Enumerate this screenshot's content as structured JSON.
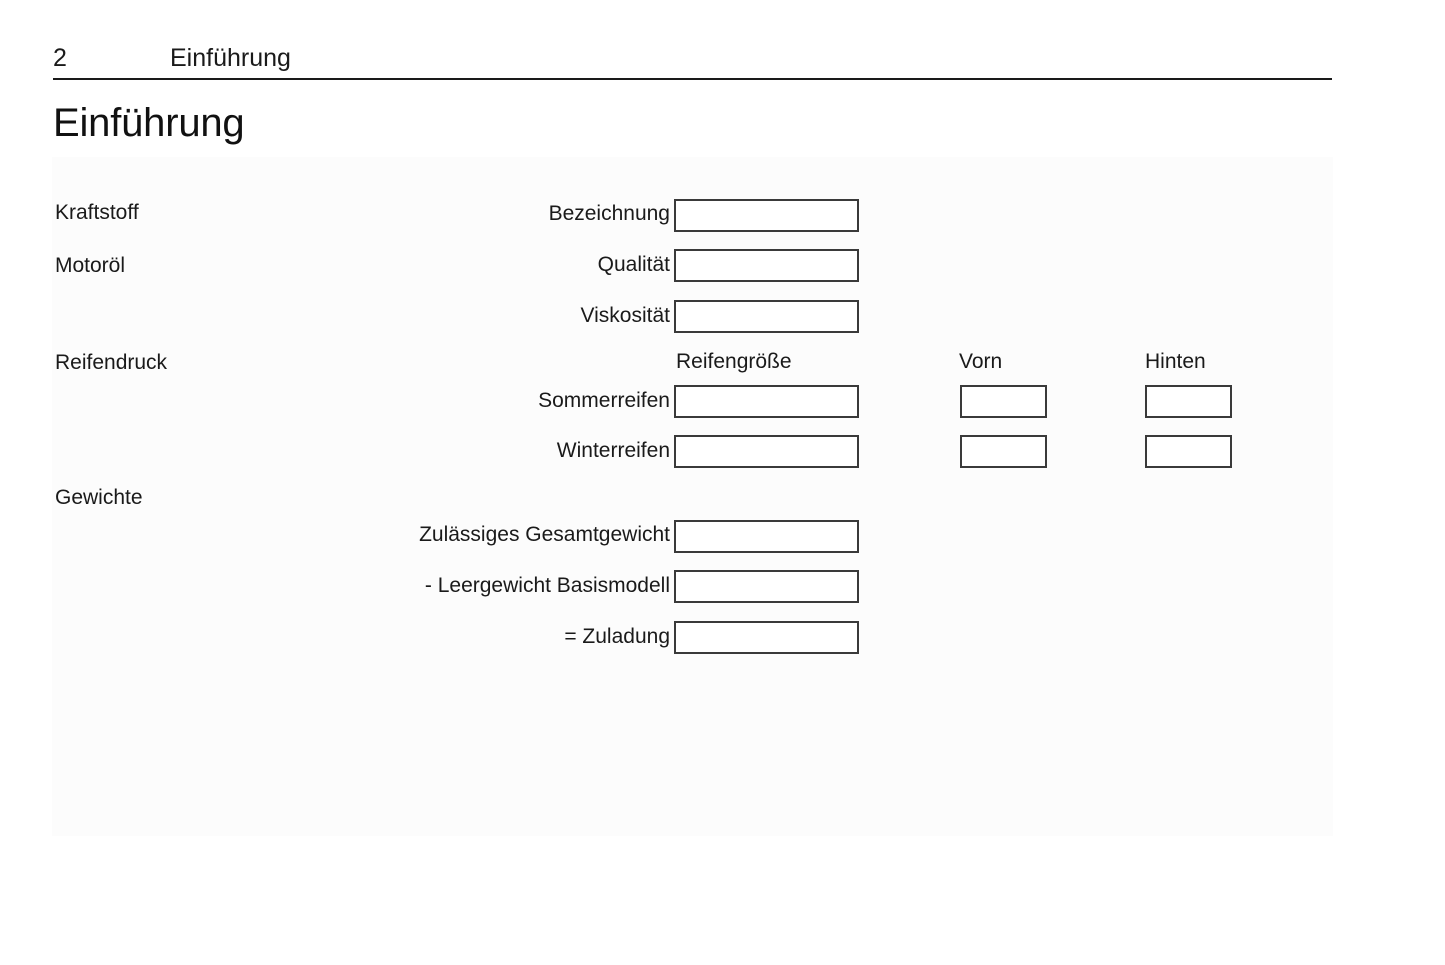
{
  "header": {
    "page_number": "2",
    "chapter": "Einführung"
  },
  "title": "Einführung",
  "sections": [
    {
      "key": "kraftstoff",
      "label": "Kraftstoff"
    },
    {
      "key": "motoroel",
      "label": "Motoröl"
    },
    {
      "key": "reifendruck",
      "label": "Reifendruck"
    },
    {
      "key": "gewichte",
      "label": "Gewichte"
    }
  ],
  "column_headers": {
    "reifengroesse": "Reifengröße",
    "vorn": "Vorn",
    "hinten": "Hinten"
  },
  "fields": [
    {
      "key": "bezeichnung",
      "label": "Bezeichnung",
      "value": ""
    },
    {
      "key": "qualitaet",
      "label": "Qualität",
      "value": ""
    },
    {
      "key": "viskositaet",
      "label": "Viskosität",
      "value": ""
    },
    {
      "key": "sommerreifen",
      "label": "Sommerreifen",
      "value": ""
    },
    {
      "key": "winterreifen",
      "label": "Winterreifen",
      "value": ""
    },
    {
      "key": "gesamtgewicht",
      "label": "Zulässiges Gesamtgewicht",
      "value": ""
    },
    {
      "key": "leergewicht",
      "label": "- Leergewicht Basismodell",
      "value": ""
    },
    {
      "key": "zuladung",
      "label": "= Zuladung",
      "value": ""
    }
  ],
  "tire_values": {
    "sommerreifen_vorn": "",
    "sommerreifen_hinten": "",
    "winterreifen_vorn": "",
    "winterreifen_hinten": ""
  },
  "colors": {
    "text": "#1a1a1a",
    "rule": "#1a1a1a",
    "box_border": "#3a3a3a",
    "panel_bg": "#fcfcfc",
    "page_bg": "#ffffff"
  }
}
